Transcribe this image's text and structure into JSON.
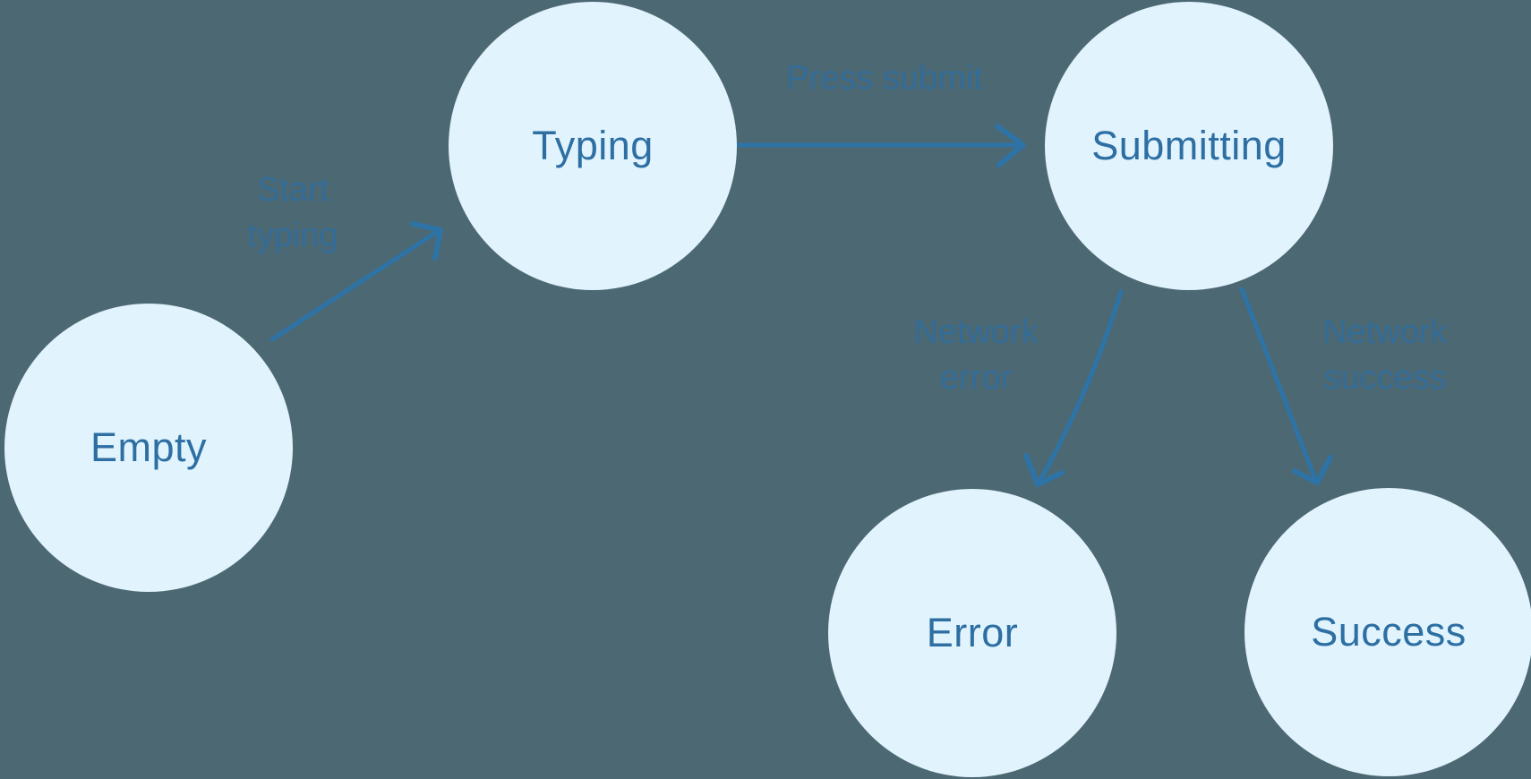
{
  "diagram": {
    "colors": {
      "background": "#4C6873",
      "node_fill": "#E1F3FD",
      "node_text": "#2D6FA3",
      "arrow": "#2E73A6",
      "edge_label_text": "#336C97"
    },
    "nodes": [
      {
        "id": "empty",
        "label": "Empty"
      },
      {
        "id": "typing",
        "label": "Typing"
      },
      {
        "id": "submitting",
        "label": "Submitting"
      },
      {
        "id": "error",
        "label": "Error"
      },
      {
        "id": "success",
        "label": "Success"
      }
    ],
    "edges": [
      {
        "from": "empty",
        "to": "typing",
        "label": "Start typing",
        "label_lines": [
          "Start",
          "typing"
        ]
      },
      {
        "from": "typing",
        "to": "submitting",
        "label": "Press submit",
        "label_lines": [
          "Press submit"
        ]
      },
      {
        "from": "submitting",
        "to": "error",
        "label": "Network error",
        "label_lines": [
          "Network",
          "error"
        ]
      },
      {
        "from": "submitting",
        "to": "success",
        "label": "Network success",
        "label_lines": [
          "Network",
          "success"
        ]
      }
    ]
  }
}
